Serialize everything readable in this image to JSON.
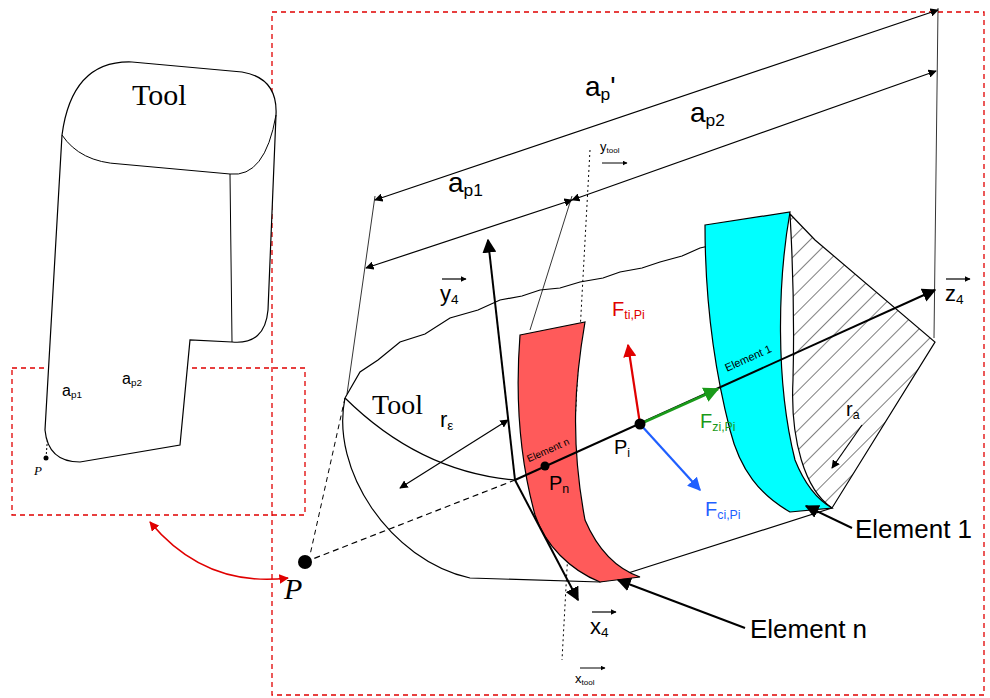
{
  "diagram": {
    "nodes": [
      {
        "text": [
          "Tool",
          "ap1",
          "ap2"
        ]
      },
      {
        "text": [
          "Element n"
        ]
      },
      {
        "text": [
          "Element 1"
        ]
      }
    ],
    "labels": [
      "ap'",
      "ap2",
      "ap1",
      "ytool",
      "y4",
      "Tool",
      "Fti,Pi",
      "z4",
      "Fzi,Pi",
      "Pi",
      "Pn",
      "rε",
      "ra",
      "Fci,Pi",
      "Element 1",
      "Element n",
      "P",
      "x4",
      "xtool",
      "P"
    ]
  }
}
